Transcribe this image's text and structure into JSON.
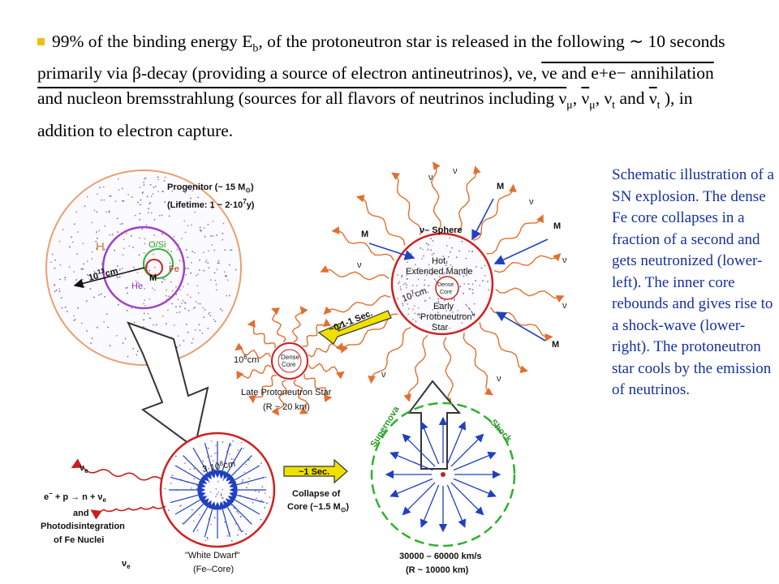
{
  "bullet": {
    "t1": "99% of the binding energy E",
    "t1_sub": "b",
    "t2": ", of the protoneutron star is released in the following ∼ 10 seconds primarily via β-decay (providing a source of electron antineutrinos), νe, ",
    "t3": "νe and e+e− annihilation and nucleon bremsstrahlung (sources for all flavors of neutrinos including ν",
    "mu1": "μ",
    "t4": ", ",
    "nubar_mu": "ν",
    "mu2": "μ",
    "t5": ", ν",
    "tau1": "t",
    "t6": " and ",
    "nubar_tau": "ν",
    "tau2": "t",
    "t7": " ), in addition to electron capture."
  },
  "caption": "Schematic illustration of a SN explosion. The dense Fe core collapses in a fraction of a second and gets neutronized (lower-left). The inner core rebounds and gives rise to a shock-wave (lower-right). The protoneutron star cools by the emission of neutrinos.",
  "diagram": {
    "progenitor_title": "Progenitor (~ 15 M",
    "progenitor_sun": "⊙",
    "progenitor_close": ")",
    "lifetime": "(Lifetime: 1 ~ 2·10",
    "lifetime_exp": "7",
    "lifetime_unit": "y)",
    "shell_h": "H",
    "shell_he": "He",
    "shell_os": "O/Si",
    "shell_fe": "Fe",
    "core_m": "M",
    "radius_prog": "10",
    "radius_prog_exp": "13",
    "radius_prog_unit": "cm",
    "nu_sphere": "ν– Sphere",
    "mantle_1": "Hot",
    "mantle_2": "Extended Mantle",
    "dense_core_1": "Dense",
    "dense_core_2": "Core",
    "early_1": "Early",
    "early_2": "\"Protoneutron\"",
    "early_3": "Star",
    "radius_early": "10",
    "radius_early_exp": "7",
    "radius_early_unit": "cm",
    "mdot": "M",
    "nu": "ν",
    "time_1": "~0.1-1 Sec.",
    "late_label_1": "Late Protoneutron Star",
    "late_label_2": "(R ~ 20 km)",
    "radius_late": "10",
    "radius_late_exp": "6",
    "radius_late_unit": "cm",
    "time_2": "~1 Sec.",
    "collapse_1": "Collapse of",
    "collapse_2": "Core (~1.5 M",
    "collapse_sun": "⊙",
    "collapse_close": ")",
    "wd_radius": "3·10",
    "wd_radius_exp": "8",
    "wd_radius_unit": "cm",
    "wd_label_1": "\"White Dwarf\"",
    "wd_label_2": "(Fe–Core)",
    "capture_nu": "ν",
    "capture_nu_sub": "e",
    "reaction": "e",
    "reaction_rest": " + p → n + ν",
    "reaction_sub": "e",
    "and": "and",
    "photodis_1": "Photodisintegration",
    "photodis_2": "of Fe Nuclei",
    "supernova": "Supernova",
    "shock": "Shock",
    "speed": "30000 – 60000 km/s",
    "sn_radius": "(R ~ 10000 km)"
  },
  "colors": {
    "caption": "#1430a0",
    "red": "#c82020",
    "green": "#2aa02a",
    "purple": "#9a30c0",
    "orange": "#e8a070",
    "blue": "#2040c0",
    "yellow": "#f0e000"
  }
}
